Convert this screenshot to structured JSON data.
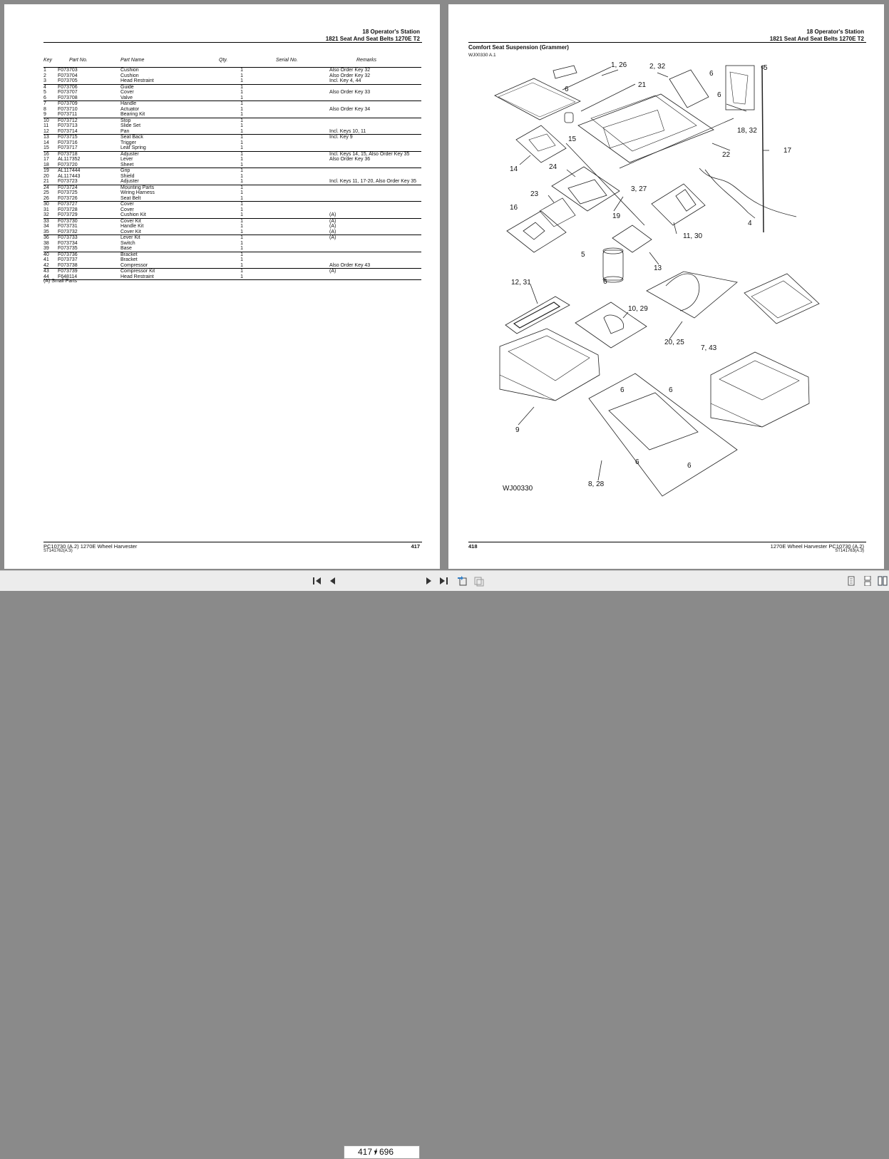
{
  "left_page": {
    "header_line1": "18 Operator's Station",
    "header_line2": "1821 Seat And Seat Belts 1270E T2",
    "columns": [
      "Key",
      "Part No.",
      "Part Name",
      "Qty.",
      "Serial No.",
      "Remarks"
    ],
    "groups": [
      [
        [
          "1",
          "F073703",
          "Cushion",
          "1",
          "",
          "Also Order Key 32"
        ],
        [
          "2",
          "F073704",
          "Cushion",
          "1",
          "",
          "Also Order Key 32"
        ],
        [
          "3",
          "F073705",
          "Head Restraint",
          "1",
          "",
          "Incl. Key 4, 44"
        ]
      ],
      [
        [
          "4",
          "F073706",
          "Guide",
          "1",
          "",
          ""
        ],
        [
          "5",
          "F073707",
          "Cover",
          "1",
          "",
          "Also Order Key 33"
        ],
        [
          "6",
          "F073708",
          "Valve",
          "1",
          "",
          ""
        ]
      ],
      [
        [
          "7",
          "F073709",
          "Handle",
          "1",
          "",
          ""
        ],
        [
          "8",
          "F073710",
          "Actuator",
          "1",
          "",
          "Also Order Key 34"
        ],
        [
          "9",
          "F073711",
          "Bearing Kit",
          "1",
          "",
          ""
        ]
      ],
      [
        [
          "10",
          "F073712",
          "Stop",
          "1",
          "",
          ""
        ],
        [
          "11",
          "F073713",
          "Slide Set",
          "1",
          "",
          ""
        ],
        [
          "12",
          "F073714",
          "Pan",
          "1",
          "",
          "Incl. Keys 10, 11"
        ]
      ],
      [
        [
          "13",
          "F073715",
          "Seat Back",
          "1",
          "",
          "Incl. Key 9"
        ],
        [
          "14",
          "F073716",
          "Trigger",
          "1",
          "",
          ""
        ],
        [
          "15",
          "F073717",
          "Leaf Spring",
          "1",
          "",
          ""
        ]
      ],
      [
        [
          "16",
          "F073718",
          "Adjuster",
          "1",
          "",
          "Incl. Keys 14, 15, Also Order Key 35"
        ],
        [
          "17",
          "AL117352",
          "Lever",
          "1",
          "",
          "Also Order Key 36"
        ],
        [
          "18",
          "F073720",
          "Sheet",
          "1",
          "",
          ""
        ]
      ],
      [
        [
          "19",
          "AL117444",
          "Grip",
          "1",
          "",
          ""
        ],
        [
          "20",
          "AL117443",
          "Shield",
          "1",
          "",
          ""
        ],
        [
          "21",
          "F073723",
          "Adjuster",
          "1",
          "",
          "Incl. Keys 11, 17-20, Also Order Key 35"
        ]
      ],
      [
        [
          "24",
          "F073724",
          "Mounting Parts",
          "1",
          "",
          ""
        ],
        [
          "25",
          "F073725",
          "Wiring Harness",
          "1",
          "",
          ""
        ],
        [
          "26",
          "F073726",
          "Seat Belt",
          "1",
          "",
          ""
        ]
      ],
      [
        [
          "30",
          "F073727",
          "Cover",
          "1",
          "",
          ""
        ],
        [
          "31",
          "F073728",
          "Cover",
          "1",
          "",
          ""
        ],
        [
          "32",
          "F073729",
          "Cushion Kit",
          "1",
          "",
          "(A)"
        ]
      ],
      [
        [
          "33",
          "F073730",
          "Cover Kit",
          "1",
          "",
          "(A)"
        ],
        [
          "34",
          "F073731",
          "Handle Kit",
          "1",
          "",
          "(A)"
        ],
        [
          "35",
          "F073732",
          "Cover Kit",
          "1",
          "",
          "(A)"
        ]
      ],
      [
        [
          "36",
          "F073733",
          "Lever Kit",
          "1",
          "",
          "(A)"
        ],
        [
          "38",
          "F073734",
          "Switch",
          "1",
          "",
          ""
        ],
        [
          "39",
          "F073735",
          "Base",
          "1",
          "",
          ""
        ]
      ],
      [
        [
          "40",
          "F073736",
          "Bracket",
          "1",
          "",
          ""
        ],
        [
          "41",
          "F073737",
          "Bracket",
          "1",
          "",
          ""
        ],
        [
          "42",
          "F073738",
          "Compressor",
          "1",
          "",
          "Also Order Key 43"
        ]
      ],
      [
        [
          "43",
          "F073739",
          "Compressor Kit",
          "1",
          "",
          "(A)"
        ],
        [
          "44",
          "F648114",
          "Head Restraint",
          "1",
          "",
          ""
        ]
      ]
    ],
    "note": "(A) Small Parts",
    "footer_left": "PC10730    (A.2)      1270E Wheel Harvester",
    "footer_sub": "ST141762(A.3)",
    "page_number": "417"
  },
  "right_page": {
    "header_line1": "18 Operator's Station",
    "header_line2": "1821 Seat And Seat Belts 1270E T2",
    "figure_title": "Comfort Seat Suspension (Grammer)",
    "figure_id": "WJ00330 A.1",
    "drawing_code": "WJ00330",
    "callouts": [
      "1, 26",
      "2, 32",
      "6",
      "5",
      "6",
      "21",
      "6",
      "18, 32",
      "17",
      "15",
      "22",
      "14",
      "24",
      "3, 27",
      "23",
      "16",
      "19",
      "4",
      "11, 30",
      "13",
      "5",
      "6",
      "12, 31",
      "10, 29",
      "20, 25",
      "7, 43",
      "9",
      "6",
      "6",
      "6",
      "6",
      "8, 28"
    ],
    "footer_right": "1270E Wheel Harvester    PC10730    (A.2)",
    "footer_sub": "ST141763(A.3)",
    "page_number": "418"
  },
  "toolbar": {
    "page_indicator": "417 / 696",
    "icons": [
      "first-page-icon",
      "prev-page-icon",
      "next-page-icon",
      "last-page-icon",
      "go-back-icon",
      "go-forward-icon",
      "single-page-view-icon",
      "continuous-view-icon",
      "two-page-view-icon"
    ]
  }
}
